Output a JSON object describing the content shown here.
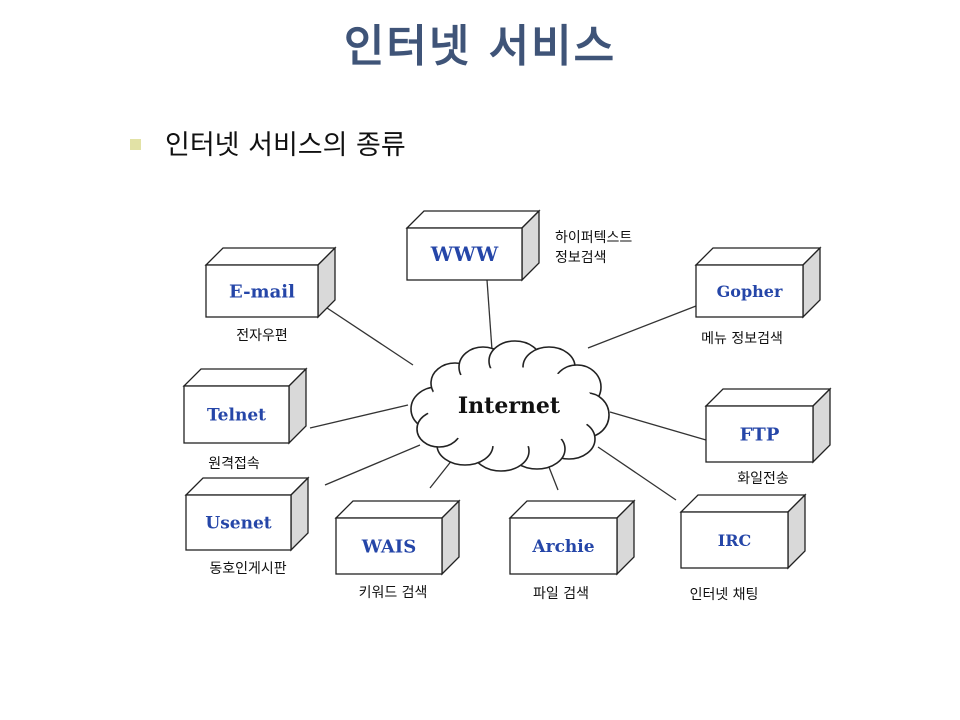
{
  "slide": {
    "title": "인터넷 서비스",
    "bullet": "인터넷 서비스의 종류"
  },
  "diagram": {
    "center": {
      "label": "Internet"
    },
    "nodes": [
      {
        "id": "www",
        "label": "WWW",
        "caption_lines": [
          "하이퍼텍스트",
          "정보검색"
        ]
      },
      {
        "id": "email",
        "label": "E-mail",
        "caption_lines": [
          "전자우편"
        ]
      },
      {
        "id": "gopher",
        "label": "Gopher",
        "caption_lines": [
          "메뉴 정보검색"
        ]
      },
      {
        "id": "telnet",
        "label": "Telnet",
        "caption_lines": [
          "원격접속"
        ]
      },
      {
        "id": "ftp",
        "label": "FTP",
        "caption_lines": [
          "화일전송"
        ]
      },
      {
        "id": "usenet",
        "label": "Usenet",
        "caption_lines": [
          "동호인게시판"
        ]
      },
      {
        "id": "wais",
        "label": "WAIS",
        "caption_lines": [
          "키워드 검색"
        ]
      },
      {
        "id": "archie",
        "label": "Archie",
        "caption_lines": [
          "파일 검색"
        ]
      },
      {
        "id": "irc",
        "label": "IRC",
        "caption_lines": [
          "인터넷 채팅"
        ]
      }
    ]
  },
  "colors": {
    "title": "#3f5478",
    "node_label": "#2546a8",
    "bullet": "#e2e2a6",
    "line": "#333333"
  }
}
